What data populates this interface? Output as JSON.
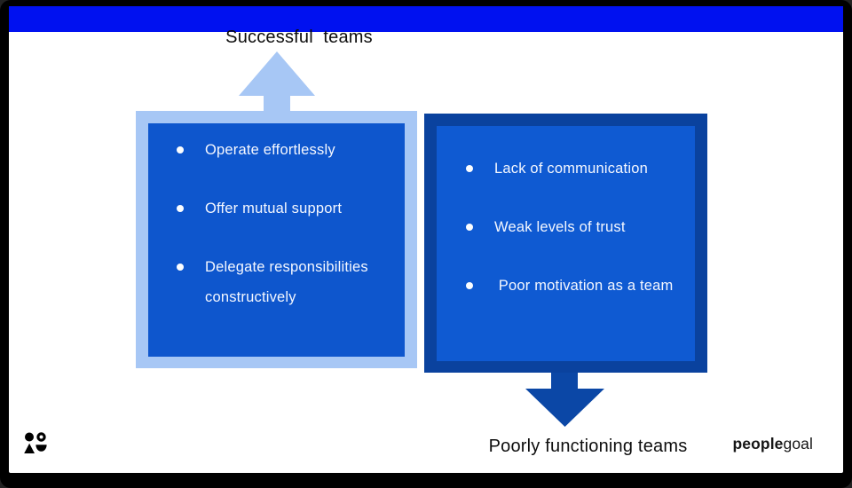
{
  "window": {
    "frame_color": "#000000",
    "top_bar_color": "#0011f0",
    "background_color": "#ffffff"
  },
  "successful_section": {
    "title": "Successful  teams",
    "arrow_direction": "up",
    "arrow_color": "#a7c7f5",
    "box_border_color": "#a7c7f5",
    "box_fill_color": "#0e56cd",
    "items": [
      "Operate effortlessly",
      "Offer mutual support",
      "Delegate responsibilities constructively"
    ]
  },
  "poor_section": {
    "title": "Poorly functioning teams",
    "arrow_direction": "down",
    "arrow_color": "#0b47a6",
    "box_border_color": "#0a429e",
    "box_fill_color": "#0f5ad2",
    "items": [
      "Lack of communication",
      "Weak levels of trust",
      " Poor motivation as a team"
    ]
  },
  "branding": {
    "logo_bold": "people",
    "logo_light": "goal",
    "logo_mark": "people-mark-icon"
  }
}
